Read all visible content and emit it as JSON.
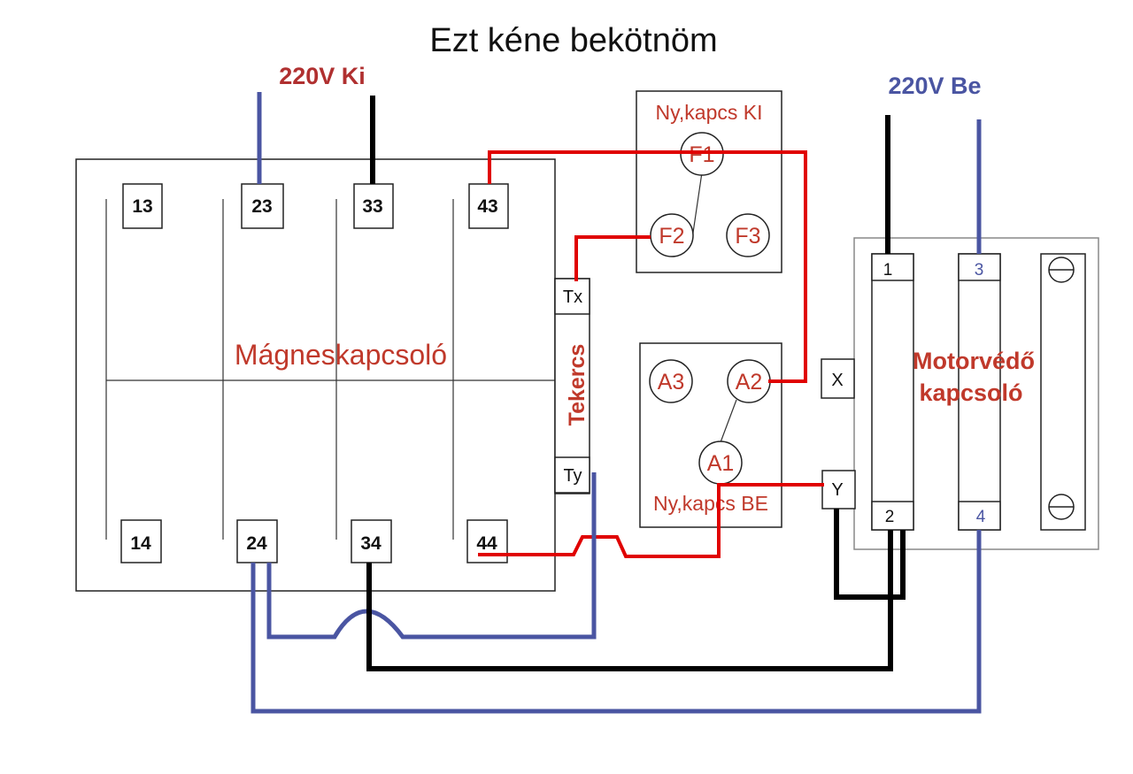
{
  "title": "Ezt kéne bekötnöm",
  "supply_out": "220V Ki",
  "supply_in": "220V Be",
  "contactor": {
    "label": "Mágneskapcsoló",
    "coil_label": "Tekercs",
    "coil_top": "Tx",
    "coil_bottom": "Ty",
    "top_terminals": [
      "13",
      "23",
      "33",
      "43"
    ],
    "bottom_terminals": [
      "14",
      "24",
      "34",
      "44"
    ]
  },
  "switch_off": {
    "label": "Ny,kapcs KI",
    "terminals": [
      "F1",
      "F2",
      "F3"
    ]
  },
  "switch_on": {
    "label": "Ny,kapcs BE",
    "terminals": [
      "A3",
      "A2",
      "A1"
    ]
  },
  "motor_protector": {
    "label_line1": "Motorvédő",
    "label_line2": "kapcsoló",
    "terminals": [
      "1",
      "3",
      "2",
      "4"
    ],
    "aux_x": "X",
    "aux_y": "Y"
  },
  "colors": {
    "red_wire": "#e00000",
    "blue_wire": "#4a55a2",
    "black_wire": "#000000",
    "label_red": "#c0392b"
  }
}
